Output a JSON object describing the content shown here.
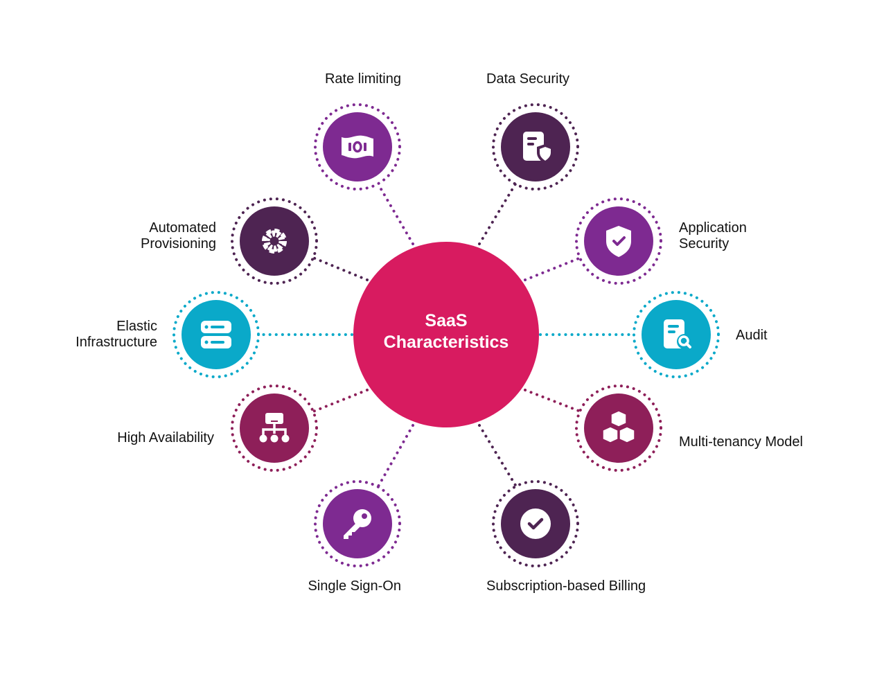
{
  "center": {
    "line1": "SaaS",
    "line2": "Characteristics",
    "color": "#D81B60"
  },
  "colors": {
    "purple": "#7E2A91",
    "dark_plum": "#4E2452",
    "cyan": "#0AA9C9",
    "maroon": "#8E1F59"
  },
  "nodes": {
    "rate_limiting": {
      "label": "Rate limiting",
      "icon": "rate-limit-icon",
      "color": "#7E2A91"
    },
    "data_security": {
      "label": "Data Security",
      "icon": "document-shield-icon",
      "color": "#4E2452"
    },
    "automated_provisioning": {
      "line1": "Automated",
      "line2": "Provisioning",
      "icon": "gear-icon",
      "color": "#4E2452"
    },
    "application_security": {
      "line1": "Application",
      "line2": "Security",
      "icon": "shield-check-icon",
      "color": "#7E2A91"
    },
    "elastic_infrastructure": {
      "line1": "Elastic",
      "line2": "Infrastructure",
      "icon": "server-stack-icon",
      "color": "#0AA9C9"
    },
    "audit": {
      "label": "Audit",
      "icon": "document-search-icon",
      "color": "#0AA9C9"
    },
    "high_availability": {
      "label": "High Availability",
      "icon": "hierarchy-icon",
      "color": "#8E1F59"
    },
    "multi_tenancy": {
      "label": "Multi-tenancy Model",
      "icon": "cubes-icon",
      "color": "#8E1F59"
    },
    "single_sign_on": {
      "label": "Single Sign-On",
      "icon": "key-icon",
      "color": "#7E2A91"
    },
    "subscription_billing": {
      "label": "Subscription-based Billing",
      "icon": "check-circle-icon",
      "color": "#4E2452"
    }
  }
}
